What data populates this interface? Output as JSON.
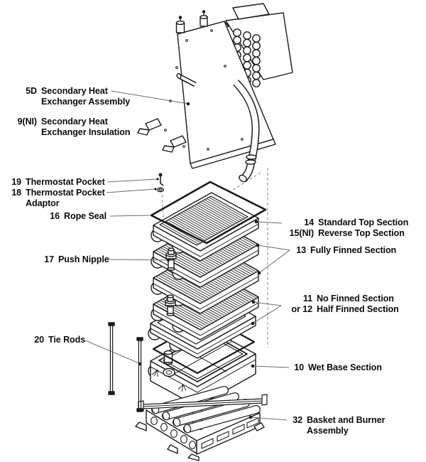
{
  "figure": {
    "type": "exploded-parts-diagram",
    "subject": "Boiler assembly: secondary heat exchanger, cast heat exchanger sections, wet base and burner basket",
    "background_color": "#ffffff",
    "line_color": "#1a1a1a",
    "leader_color": "#6b6b6b",
    "labels": [
      {
        "num": "5D",
        "text": "Secondary Heat\nExchanger Assembly"
      },
      {
        "num": "9(NI)",
        "text": "Secondary Heat\nExchanger Insulation"
      },
      {
        "num": "19",
        "text": "Thermostat Pocket"
      },
      {
        "num": "18",
        "text": "Thermostat Pocket\nAdaptor"
      },
      {
        "num": "16",
        "text": "Rope Seal"
      },
      {
        "num": "17",
        "text": "Push Nipple"
      },
      {
        "num": "20",
        "text": "Tie Rods"
      },
      {
        "num": "14",
        "text": "Standard Top Section"
      },
      {
        "num": "15(NI)",
        "text": "Reverse Top Section"
      },
      {
        "num": "13",
        "text": "Fully Finned Section"
      },
      {
        "num": "11",
        "text": "No Finned Section"
      },
      {
        "num": "or 12",
        "text": "Half Finned Section"
      },
      {
        "num": "10",
        "text": "Wet Base Section"
      },
      {
        "num": "32",
        "text": "Basket and Burner\nAssembly"
      }
    ]
  }
}
